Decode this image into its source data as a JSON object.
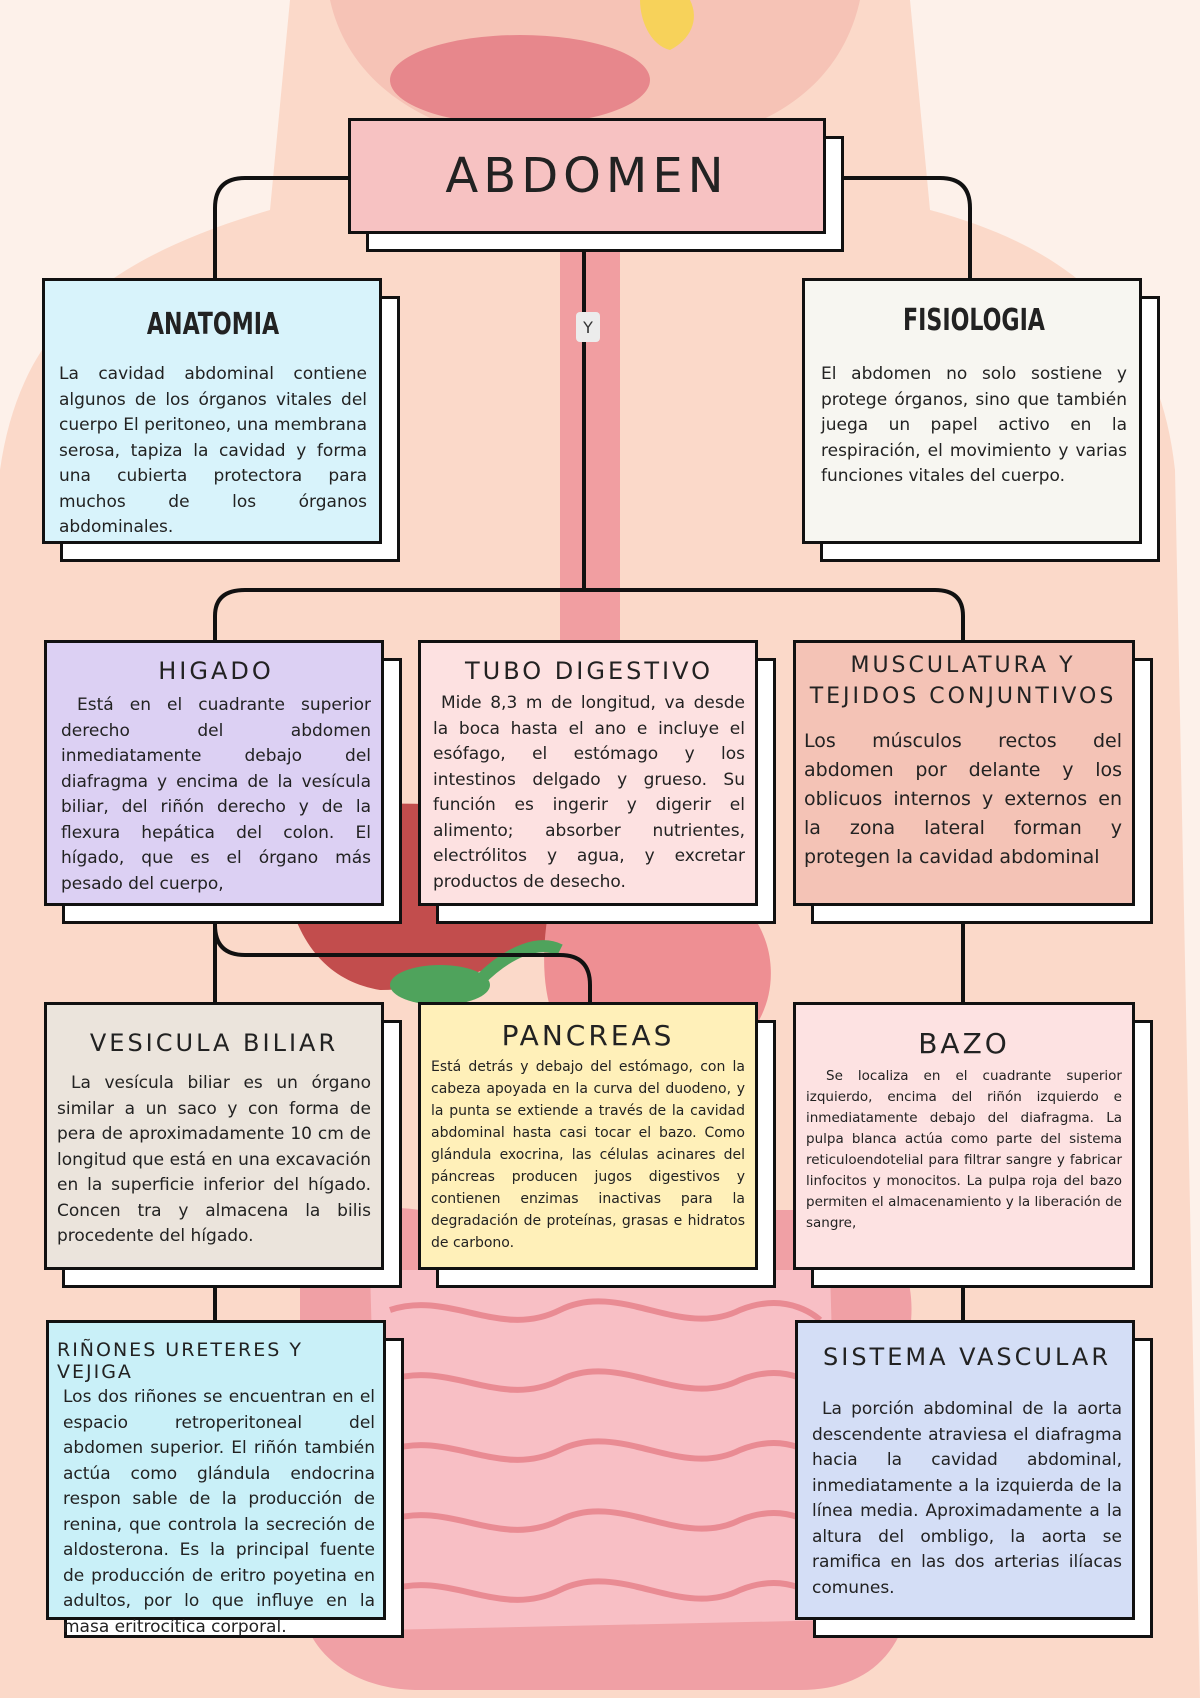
{
  "colors": {
    "title_bg": "#f7c2c2",
    "anatomia_bg": "#d8f3fb",
    "fisiologia_bg": "#f7f6f1",
    "higado_bg": "#dcd0f3",
    "tubo_bg": "#fde1e1",
    "musculatura_bg": "#f4c3b6",
    "vesicula_bg": "#ebe4dc",
    "pancreas_bg": "#fff0b9",
    "bazo_bg": "#fde2e2",
    "rinones_bg": "#c9f0f8",
    "vascular_bg": "#d4def6",
    "line": "#111111"
  },
  "title": "ABDOMEN",
  "connector_label": "Y",
  "anatomia": {
    "title": "ANATOMIA",
    "text": "La cavidad abdominal contiene algunos de los órganos vitales del cuerpo El peritoneo, una membrana serosa, tapiza la cavidad y forma una cubierta protectora para muchos de los órganos abdominales."
  },
  "fisiologia": {
    "title": "FISIOLOGIA",
    "text": "El abdomen no solo sostiene y protege órganos, sino que también juega un papel activo en la respiración, el movimiento y varias funciones vitales del cuerpo."
  },
  "higado": {
    "title": "HIGADO",
    "text": "Está en el cuadrante superior derecho del abdomen inmediatamente debajo del diafragma y encima de la vesícula biliar, del riñón derecho y de la flexura hepática del colon. El hígado, que es el órgano más pesado del cuerpo,"
  },
  "tubo": {
    "title": "TUBO DIGESTIVO",
    "text": "Mide 8,3 m de longitud, va desde la boca hasta el ano e incluye el esófago, el estómago y los intestinos delgado y grueso. Su función es ingerir y digerir el alimento; absorber nutrientes, electrólitos y agua, y excretar productos de desecho."
  },
  "musculatura": {
    "title_line1": "MUSCULATURA Y",
    "title_line2": "TEJIDOS CONJUNTIVOS",
    "text": "Los músculos rectos del abdomen por delante y los oblicuos internos y externos en la zona lateral forman y protegen la cavidad abdominal"
  },
  "vesicula": {
    "title": "VESICULA BILIAR",
    "text": "La vesícula biliar es un órgano similar a un saco y con forma de pera de aproximadamente 10 cm de longitud que está en una excavación en la superficie inferior del hígado. Concen tra y almacena la bilis procedente del hígado."
  },
  "pancreas": {
    "title": "PANCREAS",
    "text": "Está detrás y debajo del estómago, con la cabeza apoyada en la curva del duodeno, y la punta se extiende a través de la cavidad abdominal hasta casi tocar el bazo. Como glándula exocrina, las células acinares del páncreas producen jugos digestivos y contienen enzimas inactivas para la degradación de proteínas, grasas e hidratos de carbono."
  },
  "bazo": {
    "title": "BAZO",
    "text": "Se localiza en el cuadrante superior izquierdo, encima del riñón izquierdo e inmediatamente debajo del diafragma. La pulpa blanca actúa como parte del sistema reticuloendotelial para filtrar sangre y fabricar linfocitos y monocitos. La pulpa roja del bazo permiten el almacenamiento y la liberación de sangre,"
  },
  "rinones": {
    "title": "RIÑONES URETERES Y VEJIGA",
    "text": "Los dos riñones se encuentran en el espacio retroperitoneal del abdomen superior. El riñón también actúa como glándula endocrina respon sable de la producción de renina, que controla la secreción de aldosterona. Es la principal fuente de producción de eritro poyetina en adultos, por lo que influye en la masa eritrocítica corporal."
  },
  "vascular": {
    "title": "SISTEMA VASCULAR",
    "text": "La porción abdominal de la aorta descendente atraviesa el diafragma hacia la cavidad abdominal, inmediatamente a la izquierda de la línea media. Aproximadamente a la altura del ombligo, la aorta se ramifica en las dos arterias ilíacas comunes."
  }
}
